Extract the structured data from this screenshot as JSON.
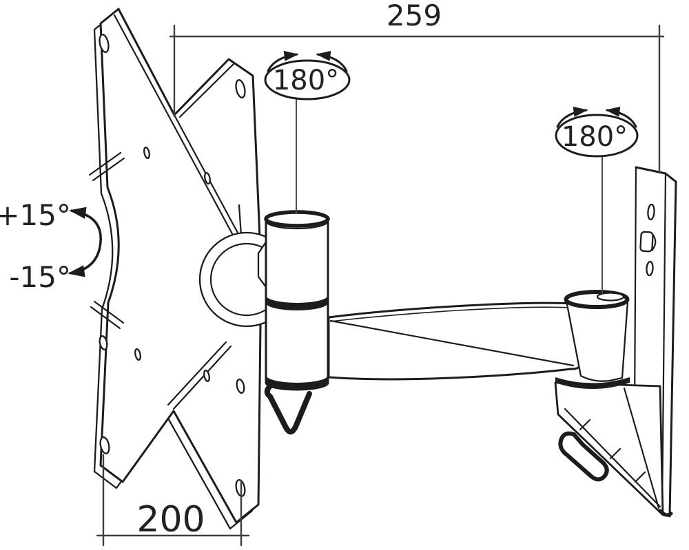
{
  "drawing": {
    "title": "articulating wall mount technical drawing",
    "colors": {
      "background": "#ffffff",
      "line": "#1c1c1c",
      "dimension_line": "#3e3e3e",
      "text": "#222222"
    },
    "annotations": {
      "width_top": "259",
      "width_bottom": "200",
      "swivel_front": "180°",
      "swivel_wall": "180°",
      "tilt_up": "+15°",
      "tilt_down": "-15°"
    },
    "parts": [
      "vesa-adapter-plate",
      "center-swivel-cylinder",
      "support-arm",
      "wall-swivel-cylinder",
      "wall-plate",
      "support-gusset",
      "cable-hook",
      "cable-clip"
    ]
  }
}
